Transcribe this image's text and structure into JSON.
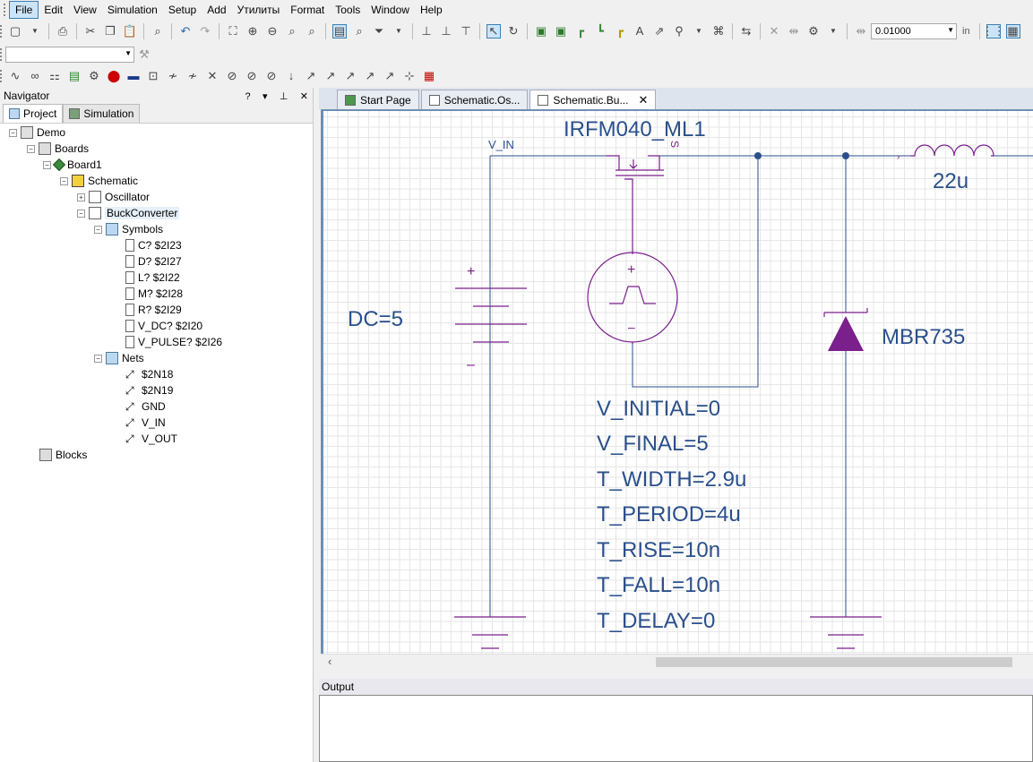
{
  "menu": [
    "File",
    "Edit",
    "View",
    "Simulation",
    "Setup",
    "Add",
    "Утилиты",
    "Format",
    "Tools",
    "Window",
    "Help"
  ],
  "toolbar": {
    "grid_value": "0.01000",
    "units": "in",
    "empty_combo": ""
  },
  "navigator": {
    "title": "Navigator",
    "controls": [
      "?",
      "▾",
      "⊥",
      "✕"
    ],
    "tabs": [
      "Project",
      "Simulation"
    ],
    "tree": {
      "demo": "Demo",
      "boards": "Boards",
      "board1": "Board1",
      "schematic": "Schematic",
      "oscillator": "Oscillator",
      "buck": "BuckConverter",
      "symbols": "Symbols",
      "symbol_items": [
        "C?  $2I23",
        "D?  $2I27",
        "L?  $2I22",
        "M?  $2I28",
        "R?  $2I29",
        "V_DC?  $2I20",
        "V_PULSE?  $2I26"
      ],
      "nets": "Nets",
      "net_items": [
        "$2N18",
        "$2N19",
        "GND",
        "V_IN",
        "V_OUT"
      ],
      "blocks": "Blocks"
    }
  },
  "doc_tabs": [
    "Start Page",
    "Schematic.Os...",
    "Schematic.Bu..."
  ],
  "schematic": {
    "mosfet_name": "IRFM040_ML1",
    "mosfet_pin": "S",
    "net_vin": "V_IN",
    "inductor": "22u",
    "dc_source": "DC=5",
    "plus": "+",
    "minus": "–",
    "diode": "MBR735",
    "pulse_params": [
      "V_INITIAL=0",
      "V_FINAL=5",
      "T_WIDTH=2.9u",
      "T_PERIOD=4u",
      "T_RISE=10n",
      "T_FALL=10n",
      "T_DELAY=0"
    ]
  },
  "output": {
    "title": "Output"
  },
  "colors": {
    "wire": "#2a4f8c",
    "symbol": "#7a1f8c",
    "label": "#2a4f8c",
    "diode_fill": "#7a1f8c"
  }
}
